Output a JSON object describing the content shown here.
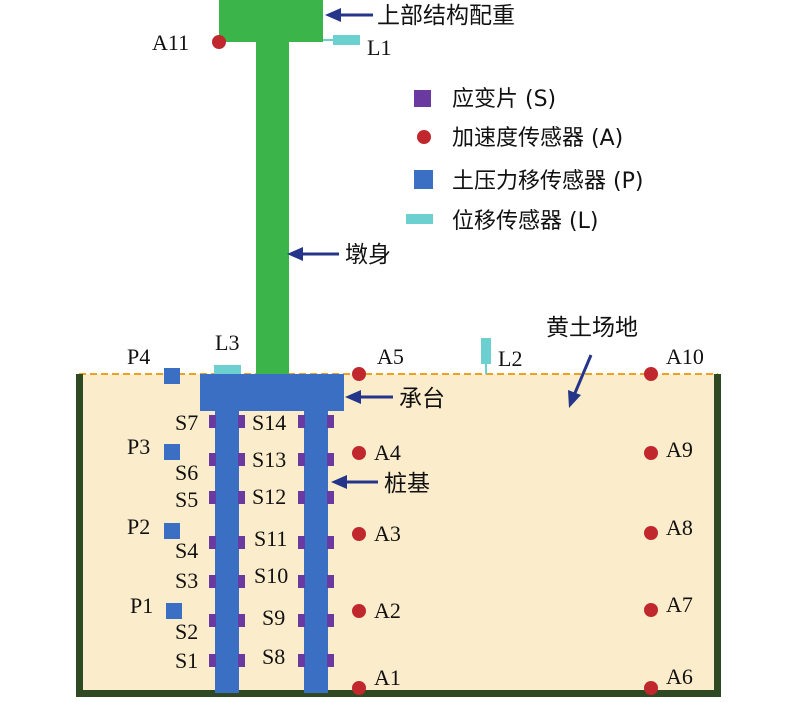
{
  "colors": {
    "green": "#3bb54a",
    "blue": "#3a6fc4",
    "soil": "#fbeccb",
    "wall": "#2f4a23",
    "strain": "#6b3aa0",
    "accel": "#c0282e",
    "lvdt": "#6cd0d0",
    "arrow": "#24358a",
    "dash": "#f0a020"
  },
  "callouts": {
    "mass": "上部结构配重",
    "pier": "墩身",
    "cap": "承台",
    "pile": "桩基",
    "site": "黄土场地"
  },
  "legend": {
    "strain": "应变片 (S)",
    "accel": "加速度传感器 (A)",
    "pressure": "土压力移传感器 (P)",
    "disp": "位移传感器 (L)"
  },
  "labels": {
    "A11": "A11",
    "L1": "L1",
    "L2": "L2",
    "L3": "L3",
    "P1": "P1",
    "P2": "P2",
    "P3": "P3",
    "P4": "P4",
    "A1": "A1",
    "A2": "A2",
    "A3": "A3",
    "A4": "A4",
    "A5": "A5",
    "A6": "A6",
    "A7": "A7",
    "A8": "A8",
    "A9": "A9",
    "A10": "A10",
    "S1": "S1",
    "S2": "S2",
    "S3": "S3",
    "S4": "S4",
    "S5": "S5",
    "S6": "S6",
    "S7": "S7",
    "S8": "S8",
    "S9": "S9",
    "S10": "S10",
    "S11": "S11",
    "S12": "S12",
    "S13": "S13",
    "S14": "S14"
  }
}
